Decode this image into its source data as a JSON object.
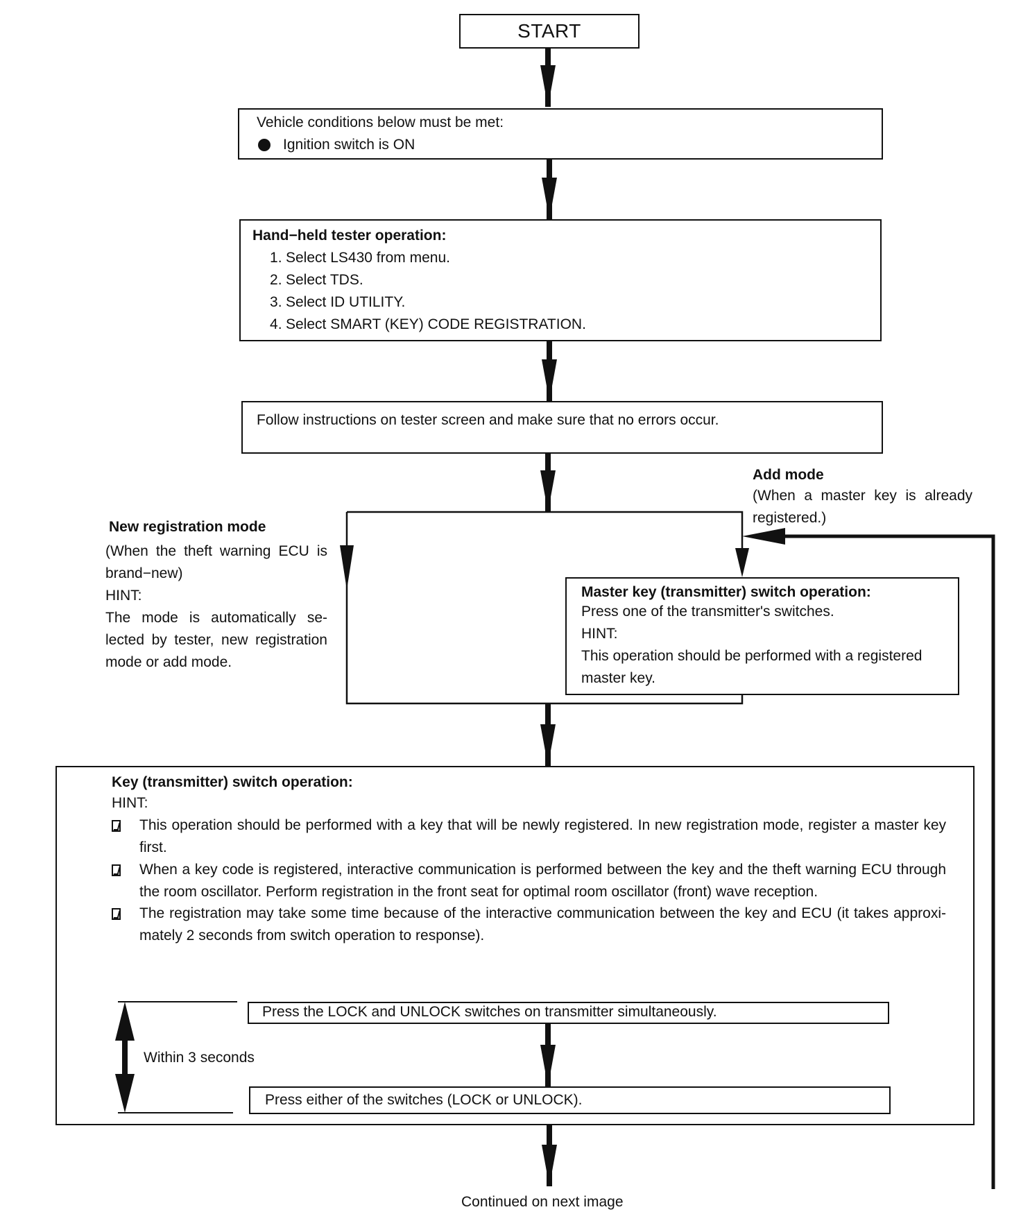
{
  "start": {
    "label": "START"
  },
  "conditions": {
    "heading": "Vehicle conditions below must be met:",
    "bullet": "Ignition switch is ON"
  },
  "tester": {
    "heading": "Hand−held tester operation:",
    "steps": [
      "Select LS430 from menu.",
      "Select TDS.",
      "Select ID UTILITY.",
      "Select SMART (KEY) CODE REGISTRATION."
    ]
  },
  "follow": {
    "text": "Follow instructions on tester screen and make sure that no errors occur."
  },
  "add_mode": {
    "title": "Add mode",
    "desc": "(When a master key is already registered.)"
  },
  "new_mode": {
    "title": "New registration mode",
    "desc": "(When the theft warning ECU is brand−new)",
    "hint_label": "HINT:",
    "hint": "The mode is automatically se-lected by tester, new registration mode or add mode."
  },
  "master_key": {
    "heading": "Master key (transmitter) switch operation:",
    "line1": "Press one of the transmitter's switches.",
    "hint_label": "HINT:",
    "hint": "This operation should be performed with a registered master key."
  },
  "key_switch": {
    "heading": "Key (transmitter) switch operation:",
    "hint_label": "HINT:",
    "notes": [
      "This operation should be performed with a key that will be newly registered. In new registration mode, register a master key first.",
      "When a key code is registered, interactive communication is performed between the key and the theft warning ECU through the room oscillator. Perform registration in the front seat for optimal room oscillator (front) wave reception.",
      "The registration may take some time because of the interactive communication between the key and ECU (it takes approxi-mately 2 seconds from switch operation to response)."
    ],
    "step1": "Press the LOCK and UNLOCK switches on transmitter simultaneously.",
    "within": "Within 3 seconds",
    "step2": "Press either of the switches (LOCK or UNLOCK)."
  },
  "continued": "Continued on next image",
  "colors": {
    "line": "#111111",
    "background": "#ffffff"
  }
}
